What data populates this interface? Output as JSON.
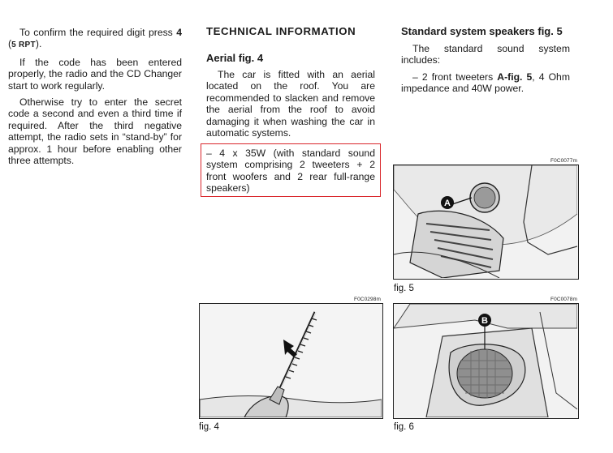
{
  "col1": {
    "p1_a": "To confirm the required digit press",
    "p1_bold": "4",
    "p1_paren_open": " (",
    "p1_sc": "5 RPT",
    "p1_paren_close": ").",
    "p2": "If the code has been entered properly, the radio and the CD Changer start to work regularly.",
    "p3": "Otherwise try to enter the secret code a second and even a third time if required. After the third negative attempt, the radio sets in “stand-by” for approx. 1 hour before enabling other three attempts."
  },
  "col2": {
    "heading": "TECHNICAL INFORMATION",
    "subheading": "Aerial fig. 4",
    "p1": "The car is fitted with an aerial located on the roof. You are recommended to slacken and remove the aerial from the roof to avoid damaging it when washing the car in automatic systems.",
    "boxed": "– 4 x 35W (with standard sound system comprising 2 tweeters + 2 front woofers and 2 rear full-range speakers)",
    "fig_code": "F0C0298m",
    "fig_caption": "fig. 4"
  },
  "col3": {
    "heading": "Standard system speakers fig. 5",
    "p1": "The standard sound system includes:",
    "p2_a": "– 2 front tweeters ",
    "p2_bold": "A-fig. 5",
    "p2_b": ", 4 Ohm impedance and 40W power.",
    "fig5_code": "F0C0077m",
    "fig5_caption": "fig. 5",
    "fig5_label": "A",
    "fig6_code": "F0C0078m",
    "fig6_caption": "fig. 6",
    "fig6_label": "B"
  },
  "colors": {
    "box_border": "#d9262b",
    "text": "#1a1a1a",
    "frame": "#222222"
  }
}
